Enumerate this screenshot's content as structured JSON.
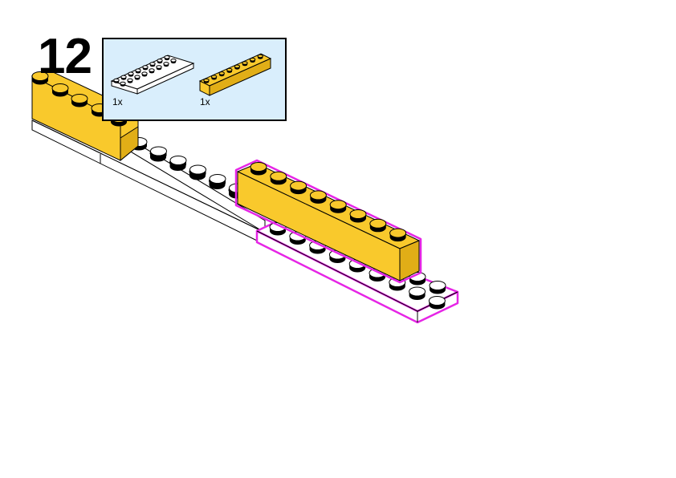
{
  "step": {
    "number": "12"
  },
  "parts_list": [
    {
      "name": "plate-2x8-white",
      "quantity": "1x",
      "color": "#ffffff"
    },
    {
      "name": "brick-1x8-yellow",
      "quantity": "1x",
      "color": "#f9c92c"
    }
  ],
  "colors": {
    "brick_yellow": "#f9c92c",
    "brick_yellow_shade": "#e1ae17",
    "plate_white": "#ffffff",
    "highlight": "#e625e6",
    "panel_bg": "#d9eefc"
  }
}
